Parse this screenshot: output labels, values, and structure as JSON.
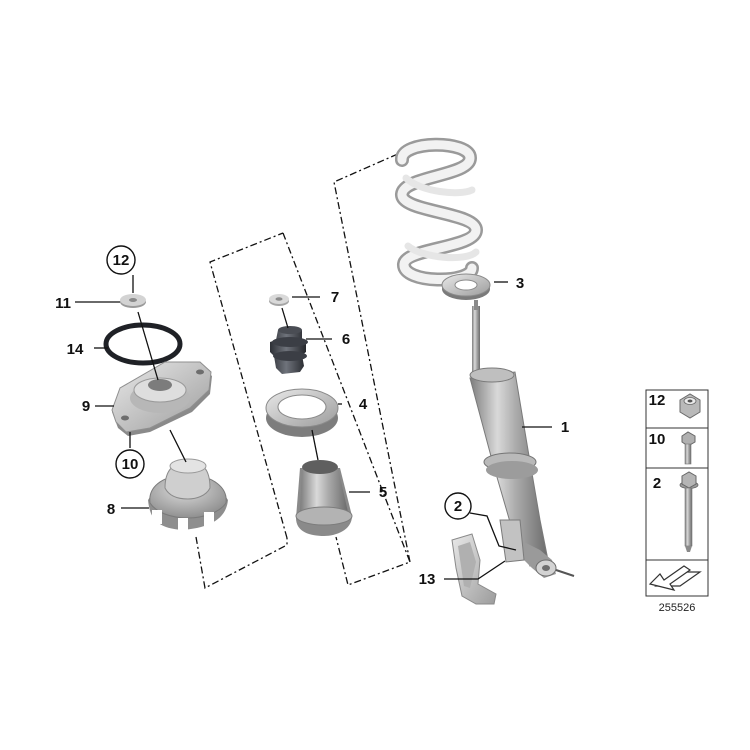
{
  "diagram": {
    "callouts": {
      "c1": "1",
      "c2": "2",
      "c3": "3",
      "c4": "4",
      "c5": "5",
      "c6": "6",
      "c7": "7",
      "c8": "8",
      "c9": "9",
      "c10": "10",
      "c11": "11",
      "c12": "12",
      "c13": "13",
      "c14": "14"
    },
    "legend": {
      "r1": "12",
      "r2": "10",
      "r3": "2"
    },
    "figure_number": "255526"
  }
}
